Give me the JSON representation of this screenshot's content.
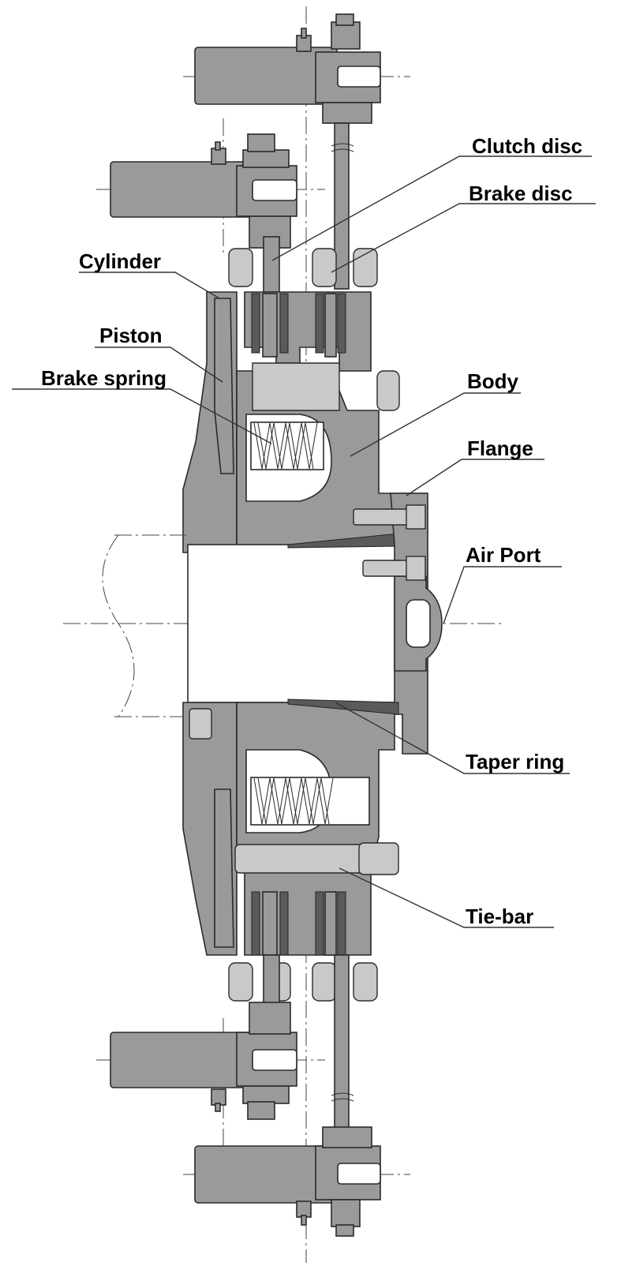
{
  "diagram": {
    "labels": {
      "clutch_disc": "Clutch disc",
      "brake_disc": "Brake disc",
      "cylinder": "Cylinder",
      "piston": "Piston",
      "brake_spring": "Brake spring",
      "body": "Body",
      "flange": "Flange",
      "air_port": "Air Port",
      "taper_ring": "Taper ring",
      "tie_bar": "Tie-bar"
    },
    "colors": {
      "part_fill": "#9a9a9a",
      "light_fill": "#c9c9c9",
      "lining": "#5a5a5a",
      "outline": "#2a2a2a"
    }
  }
}
